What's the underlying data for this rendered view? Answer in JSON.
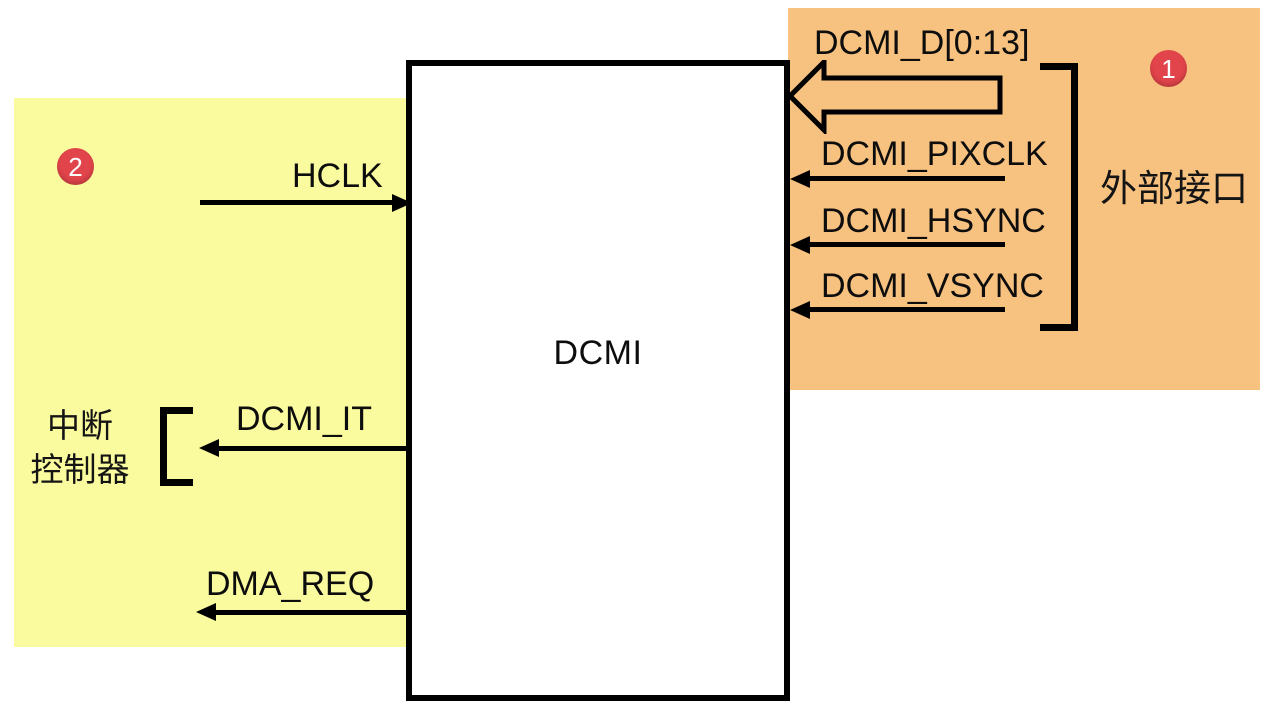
{
  "diagram": {
    "dcmi_block": {
      "label": "DCMI"
    },
    "external_region": {
      "label": "外部接口",
      "marker": "1"
    },
    "system_region": {
      "marker": "2"
    },
    "interrupt_controller": {
      "line1": "中断",
      "line2": "控制器"
    },
    "signals_right": [
      {
        "name": "DCMI_D[0:13]",
        "direction": "in",
        "style": "bus"
      },
      {
        "name": "DCMI_PIXCLK",
        "direction": "in",
        "style": "wire"
      },
      {
        "name": "DCMI_HSYNC",
        "direction": "in",
        "style": "wire"
      },
      {
        "name": "DCMI_VSYNC",
        "direction": "in",
        "style": "wire"
      }
    ],
    "signals_left": [
      {
        "name": "HCLK",
        "direction": "in",
        "style": "wire"
      },
      {
        "name": "DCMI_IT",
        "direction": "out",
        "style": "wire"
      },
      {
        "name": "DMA_REQ",
        "direction": "out",
        "style": "wire"
      }
    ],
    "colors": {
      "external_region_bg": "#F7C180",
      "system_region_bg": "#FAFA9E",
      "marker_bg": "#E2444B",
      "line": "#000000"
    }
  }
}
